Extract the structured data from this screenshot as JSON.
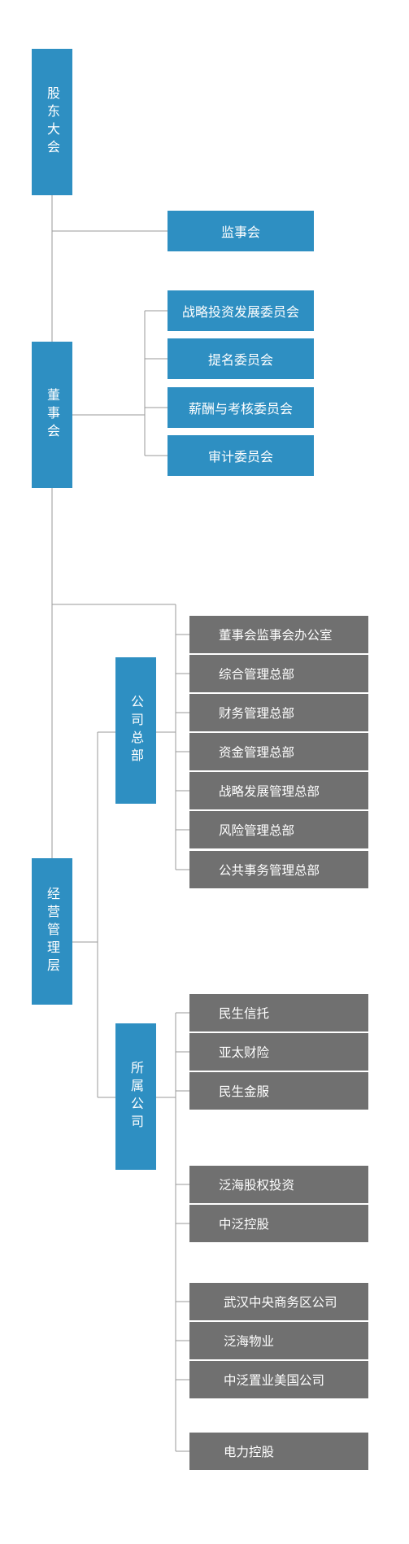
{
  "nodes": {
    "shareholders": "股东大会",
    "supervisors": "监事会",
    "board": "董事会",
    "strategy_committee": "战略投资发展委员会",
    "nomination_committee": "提名委员会",
    "compensation_committee": "薪酬与考核委员会",
    "audit_committee": "审计委员会",
    "management": "经营管理层",
    "hq": "公司总部",
    "subsidiaries": "所属公司"
  },
  "hq_departments": [
    "董事会监事会办公室",
    "综合管理总部",
    "财务管理总部",
    "资金管理总部",
    "战略发展管理总部",
    "风险管理总部",
    "公共事务管理总部"
  ],
  "subsidiary_groups": [
    [
      "民生信托",
      "亚太财险",
      "民生金服"
    ],
    [
      "泛海股权投资",
      "中泛控股"
    ],
    [
      "武汉中央商务区公司",
      "泛海物业",
      "中泛置业美国公司"
    ],
    [
      "电力控股"
    ]
  ],
  "colors": {
    "blue": "#2e8fc2",
    "gray": "#707070",
    "line": "#9a9a9a"
  }
}
